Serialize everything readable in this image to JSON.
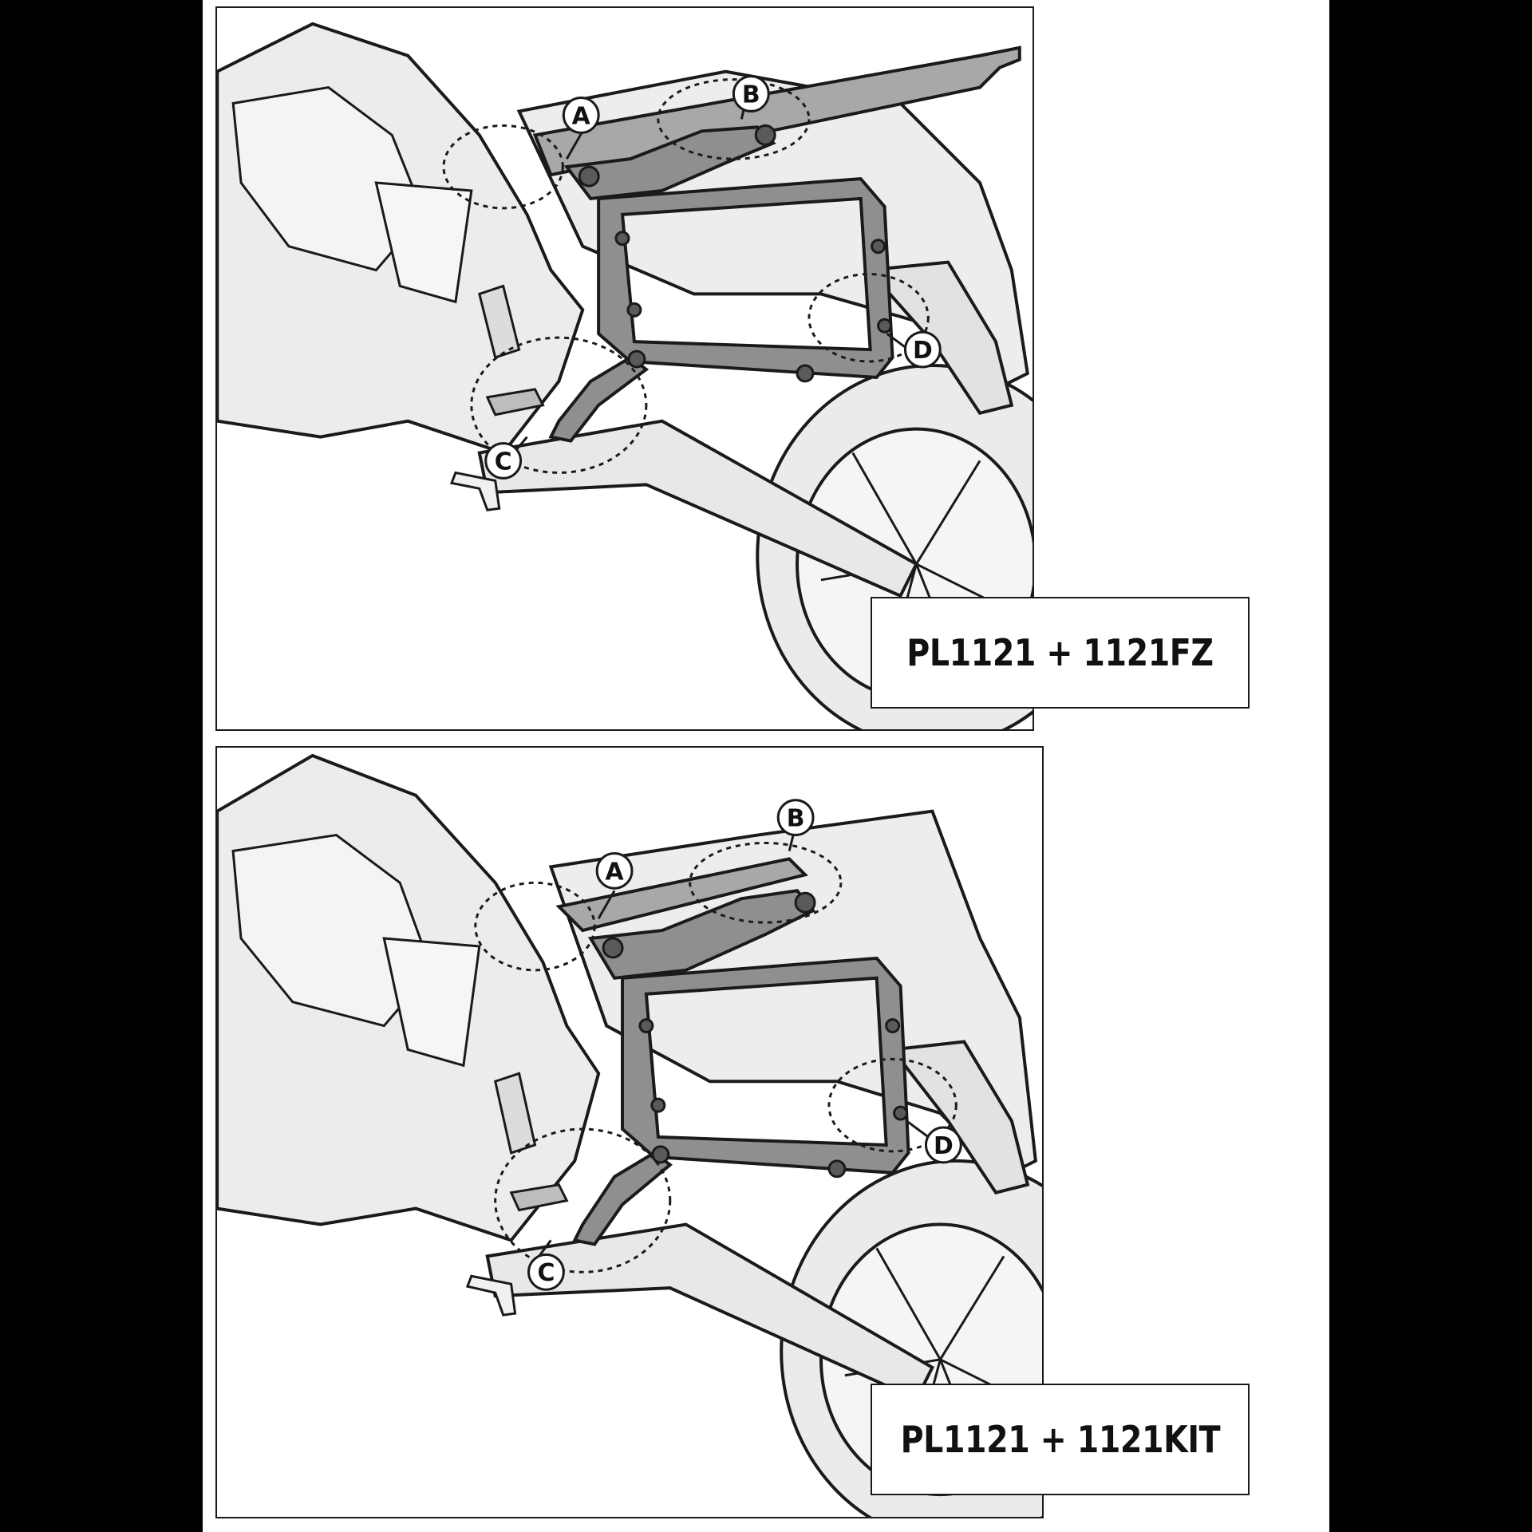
{
  "colors": {
    "background": "#000000",
    "sheet": "#ffffff",
    "line_art": "#1a1a1a",
    "part_fill": "#e8e8e8",
    "rack_fill": "#9a9a9a"
  },
  "panels": [
    {
      "callouts": {
        "a": "A",
        "b": "B",
        "c": "C",
        "d": "D"
      },
      "caption": "PL1121 + 1121FZ"
    },
    {
      "callouts": {
        "a": "A",
        "b": "B",
        "c": "C",
        "d": "D"
      },
      "caption": "PL1121 + 1121KIT"
    }
  ]
}
